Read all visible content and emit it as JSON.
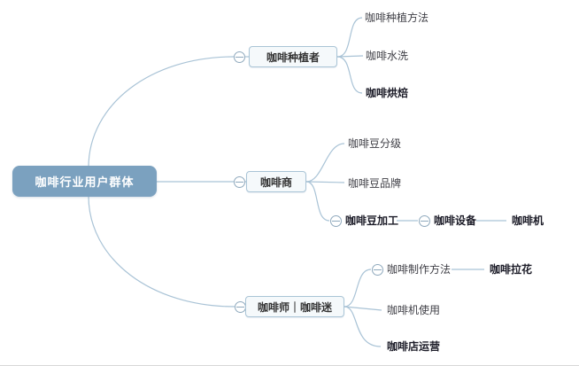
{
  "mindmap": {
    "app_context": "mind map diagram",
    "root": {
      "label": "咖啡行业用户群体"
    },
    "branches": [
      {
        "label": "咖啡种植者",
        "collapsed": false,
        "children": [
          {
            "label": "咖啡种植方法",
            "bold": false
          },
          {
            "label": "咖啡水洗",
            "bold": false
          },
          {
            "label": "咖啡烘焙",
            "bold": true
          }
        ]
      },
      {
        "label": "咖啡商",
        "collapsed": false,
        "children": [
          {
            "label": "咖啡豆分级",
            "bold": false
          },
          {
            "label": "咖啡豆品牌",
            "bold": false
          },
          {
            "label": "咖啡豆加工",
            "bold": true,
            "children": [
              {
                "label": "咖啡设备",
                "bold": true,
                "children": [
                  {
                    "label": "咖啡机",
                    "bold": true
                  }
                ]
              }
            ]
          }
        ]
      },
      {
        "label": "咖啡师｜咖啡迷",
        "collapsed": false,
        "children": [
          {
            "label": "咖啡制作方法",
            "bold": false,
            "children": [
              {
                "label": "咖啡拉花",
                "bold": true
              }
            ]
          },
          {
            "label": "咖啡机使用",
            "bold": false
          },
          {
            "label": "咖啡店运营",
            "bold": true
          }
        ]
      }
    ],
    "collapse_icon": "minus-circle",
    "colors": {
      "root_bg": "#7ba1bf",
      "root_text": "#ffffff",
      "node_bg": "#f5f9fb",
      "node_border": "#a9c4d6",
      "connector": "#a9c3d6",
      "leaf_text": "#3f3f46",
      "leaf_text_bold": "#1c1c28",
      "background": "#ffffff"
    }
  }
}
